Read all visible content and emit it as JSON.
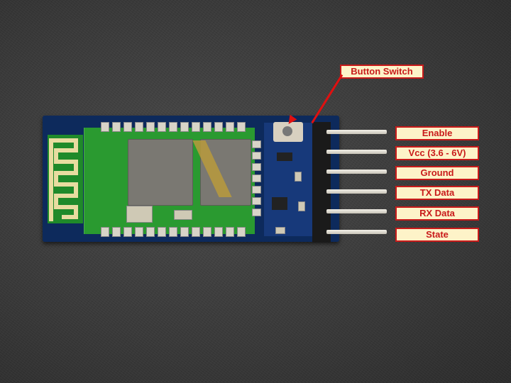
{
  "image": {
    "subject": "Bluetooth serial module with pin header",
    "background_color": "#3a3a3a",
    "label_fill": "#fdf3c8",
    "label_color": "#c81a1a"
  },
  "callout": {
    "label": "Button Switch"
  },
  "pins": [
    {
      "label": "Enable"
    },
    {
      "label": "Vcc (3.6 - 6V)"
    },
    {
      "label": "Ground"
    },
    {
      "label": "TX Data"
    },
    {
      "label": "RX Data"
    },
    {
      "label": "State"
    }
  ]
}
